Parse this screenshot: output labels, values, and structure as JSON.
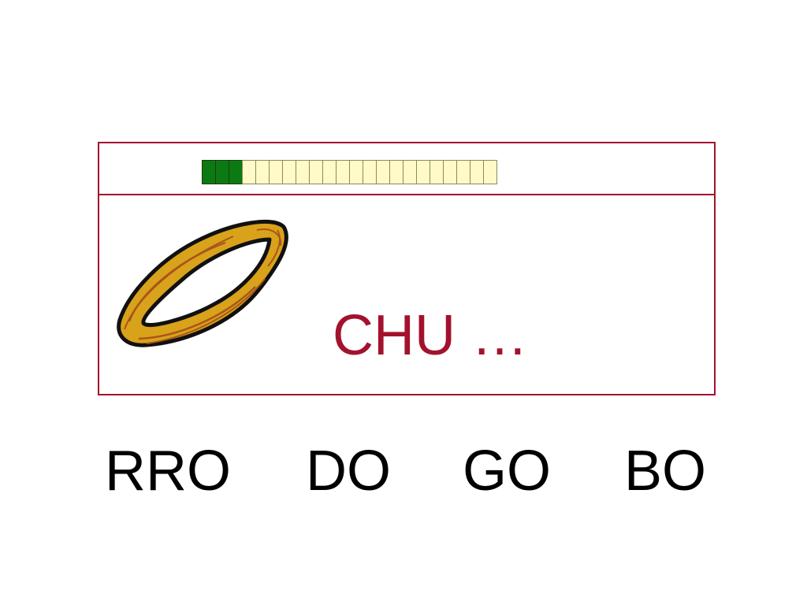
{
  "prompt": "CHU …",
  "progress": {
    "total": 22,
    "completed": 3
  },
  "picture": {
    "icon": "churro-icon"
  },
  "choices": [
    "RRO",
    "DO",
    "GO",
    "BO"
  ],
  "colors": {
    "accent": "#a3122d",
    "progress_done": "#0b7a12",
    "progress_pending": "#fffac8",
    "churro": "#d9a21b"
  }
}
